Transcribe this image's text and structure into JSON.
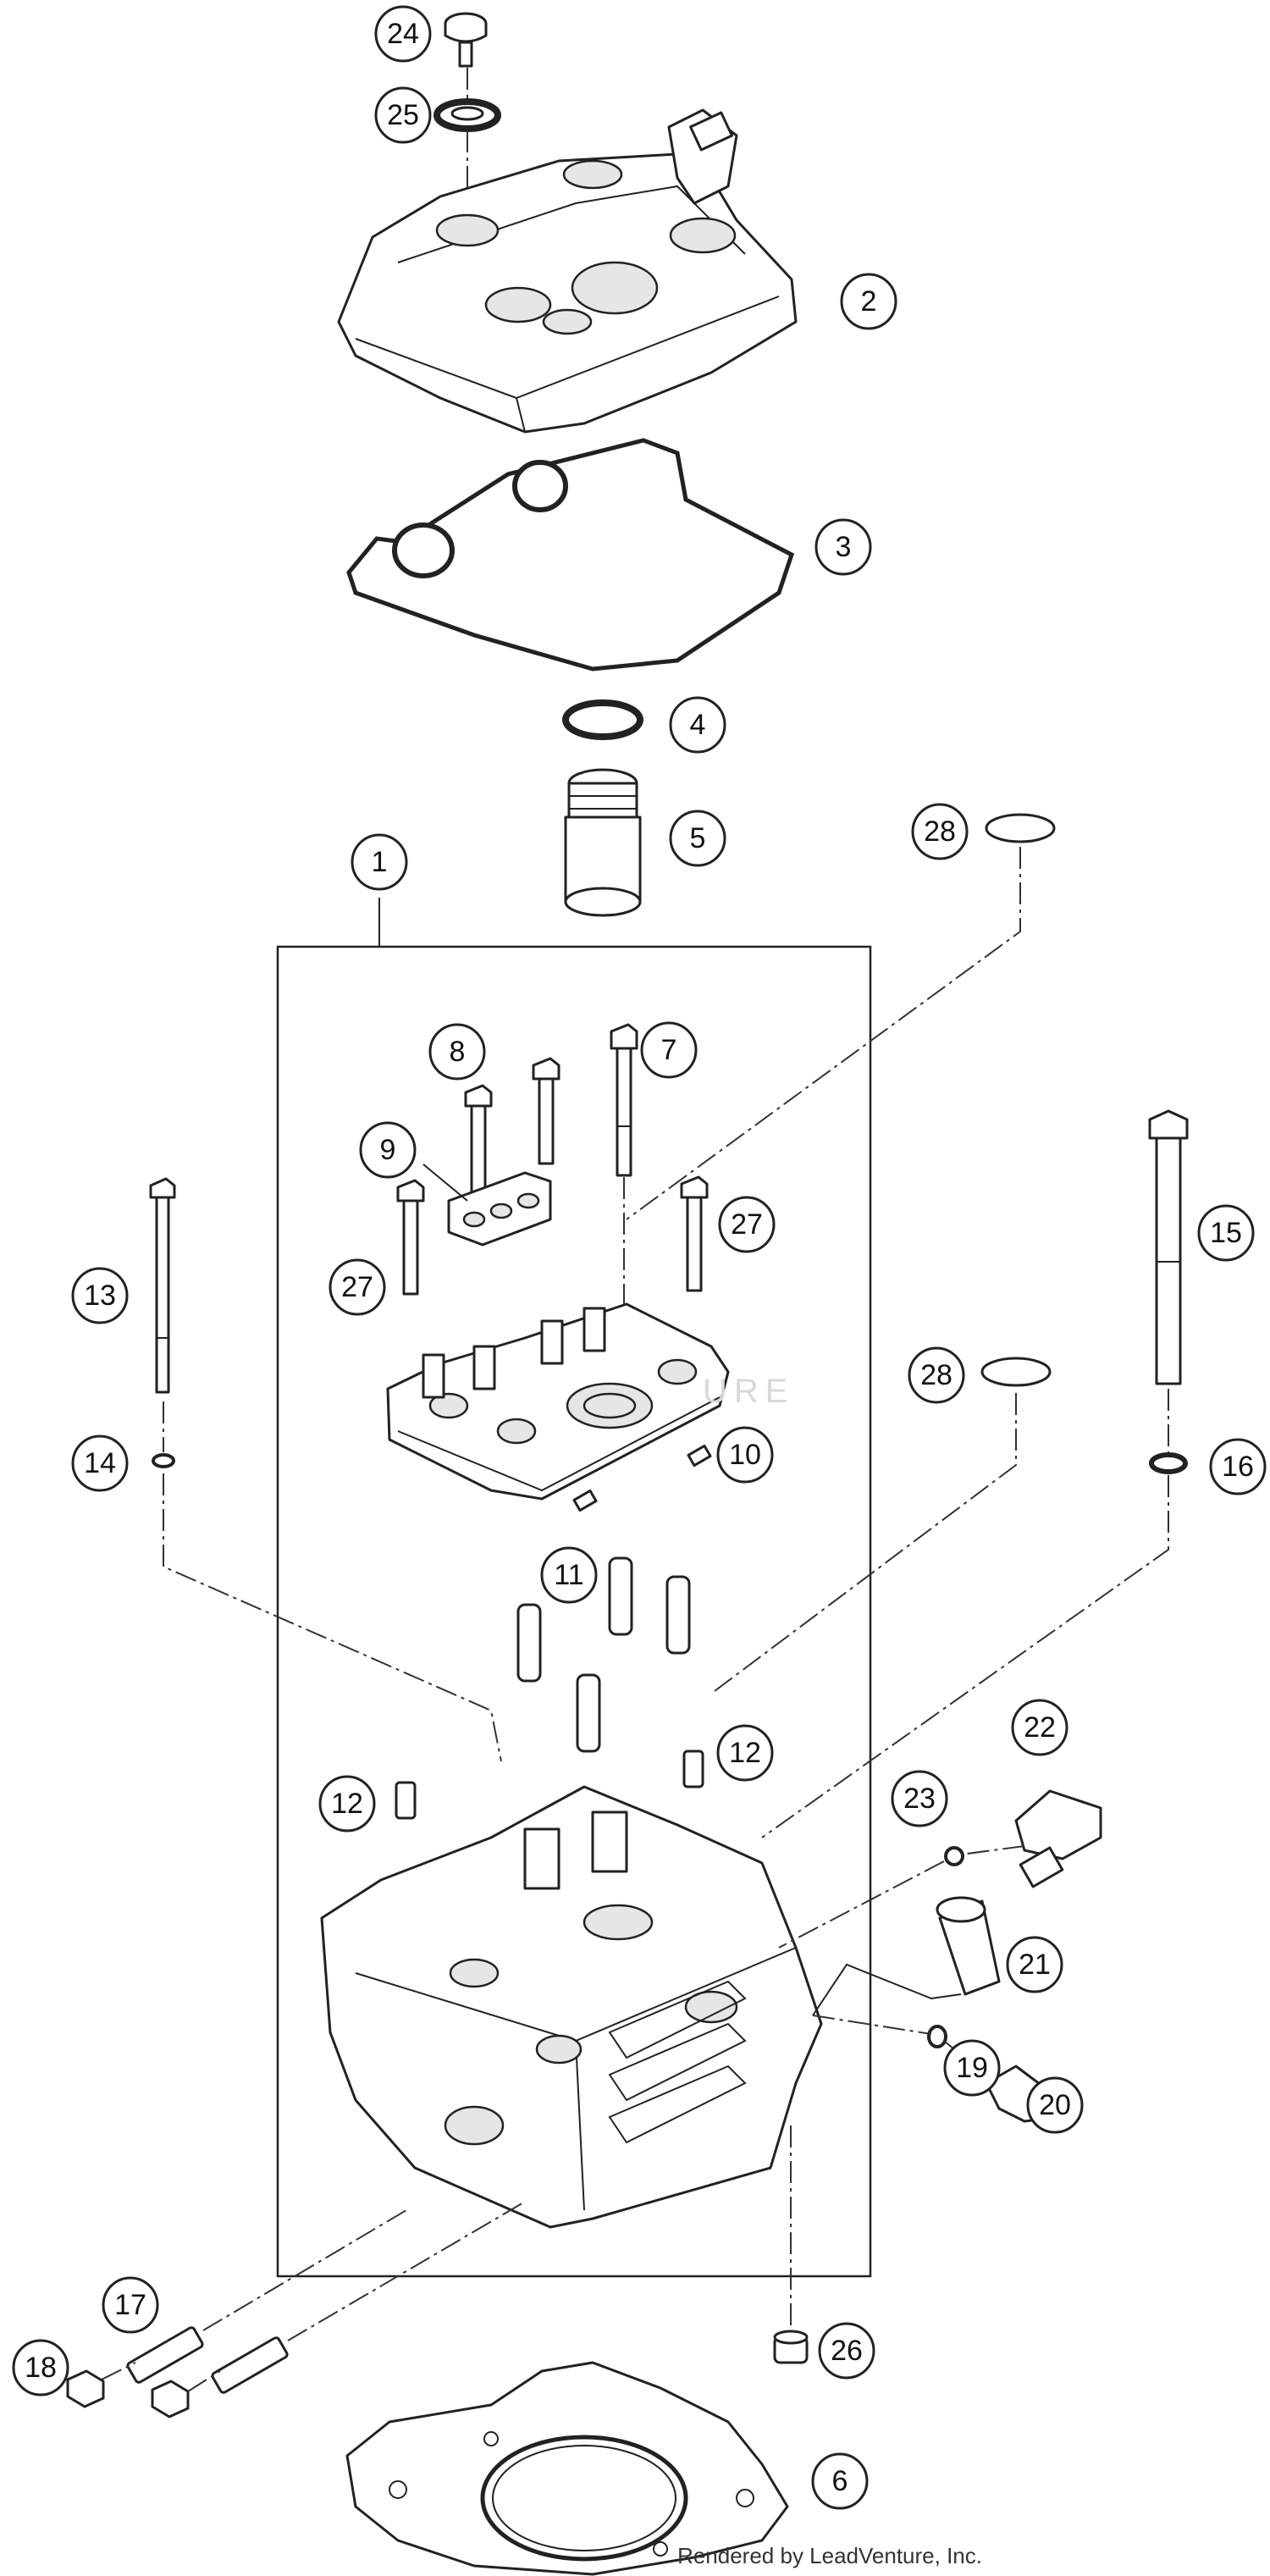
{
  "diagram": {
    "callouts": [
      {
        "id": "c24",
        "label": "24"
      },
      {
        "id": "c25",
        "label": "25"
      },
      {
        "id": "c2",
        "label": "2"
      },
      {
        "id": "c3",
        "label": "3"
      },
      {
        "id": "c4",
        "label": "4"
      },
      {
        "id": "c5",
        "label": "5"
      },
      {
        "id": "c28a",
        "label": "28"
      },
      {
        "id": "c1",
        "label": "1"
      },
      {
        "id": "c8",
        "label": "8"
      },
      {
        "id": "c7",
        "label": "7"
      },
      {
        "id": "c9",
        "label": "9"
      },
      {
        "id": "c27a",
        "label": "27"
      },
      {
        "id": "c27b",
        "label": "27"
      },
      {
        "id": "c13",
        "label": "13"
      },
      {
        "id": "c15",
        "label": "15"
      },
      {
        "id": "c28b",
        "label": "28"
      },
      {
        "id": "c14",
        "label": "14"
      },
      {
        "id": "c10",
        "label": "10"
      },
      {
        "id": "c16",
        "label": "16"
      },
      {
        "id": "c11",
        "label": "11"
      },
      {
        "id": "c22",
        "label": "22"
      },
      {
        "id": "c12a",
        "label": "12"
      },
      {
        "id": "c12b",
        "label": "12"
      },
      {
        "id": "c23",
        "label": "23"
      },
      {
        "id": "c21",
        "label": "21"
      },
      {
        "id": "c19",
        "label": "19"
      },
      {
        "id": "c20",
        "label": "20"
      },
      {
        "id": "c17",
        "label": "17"
      },
      {
        "id": "c26",
        "label": "26"
      },
      {
        "id": "c18",
        "label": "18"
      },
      {
        "id": "c6",
        "label": "6"
      }
    ],
    "watermark": "URE",
    "credit": "Rendered by LeadVenture, Inc."
  }
}
